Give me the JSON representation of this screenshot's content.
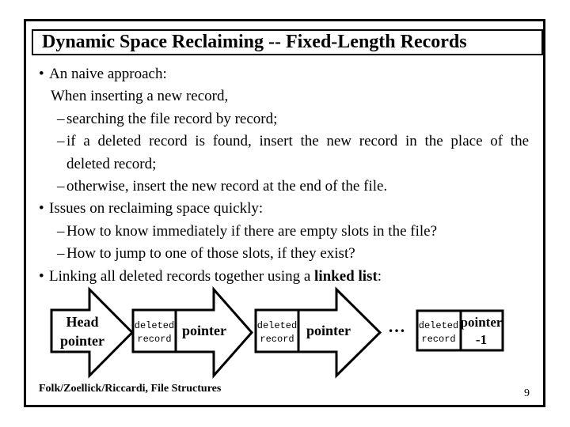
{
  "slide": {
    "title": "Dynamic Space Reclaiming -- Fixed-Length Records",
    "footer": "Folk/Zoellick/Riccardi, File Structures",
    "page_number": "9"
  },
  "colors": {
    "ink": "#000000",
    "background": "#ffffff"
  },
  "content": {
    "bullet_char": "•",
    "dash_char": "–",
    "lines": [
      {
        "type": "bullet",
        "text": "An naive approach:"
      },
      {
        "type": "plain",
        "text": "When inserting a new record,"
      },
      {
        "type": "dash",
        "text": "searching the file record by record;"
      },
      {
        "type": "dash-justified",
        "text": "if a deleted record is found, insert the new record in the place of the"
      },
      {
        "type": "continuation",
        "text": "deleted record;"
      },
      {
        "type": "dash",
        "text": "otherwise, insert the new record at the end of the file."
      },
      {
        "type": "bullet",
        "text": "Issues on reclaiming space quickly:"
      },
      {
        "type": "dash",
        "text": "How to know immediately if there are empty slots in the file?"
      },
      {
        "type": "dash",
        "text": "How to jump to one of those slots, if they exist?"
      },
      {
        "type": "bullet",
        "prefix": "Linking all deleted records together using a ",
        "bold": "linked list",
        "suffix": ":"
      }
    ]
  },
  "diagram": {
    "head_label_line1": "Head",
    "head_label_line2": "pointer",
    "record_label_line1": "deleted",
    "record_label_line2": "record",
    "pointer_label": "pointer",
    "ellipsis": "…",
    "tail_pointer_label": "pointer",
    "tail_pointer_value": "-1"
  }
}
